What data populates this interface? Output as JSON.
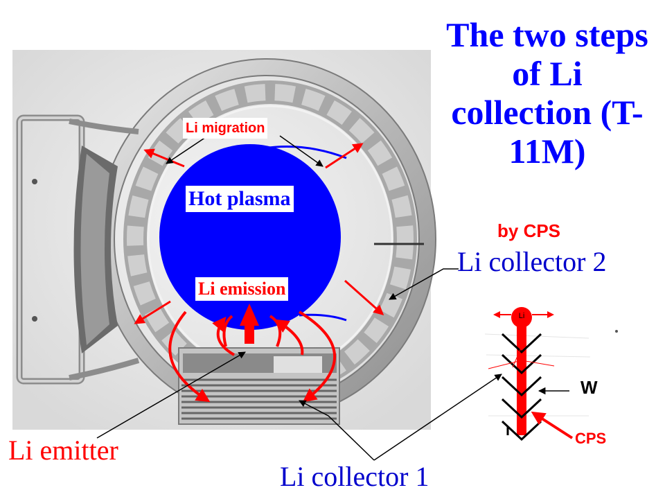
{
  "title": "The two steps of Li collection (T-11M)",
  "subtitle": "by CPS",
  "labels": {
    "li_migration": "Li migration",
    "hot_plasma": "Hot plasma",
    "li_emission": "Li emission",
    "li_collector_2": "Li collector 2",
    "li_collector_1": "Li collector 1",
    "li_emitter": "Li emitter",
    "w": "W",
    "cps": "CPS",
    "li_ball": "Li"
  },
  "colors": {
    "plasma": "#0000ff",
    "arrow_red": "#ff0000",
    "title_blue": "#0000ff",
    "label_blue": "#0000cc"
  }
}
